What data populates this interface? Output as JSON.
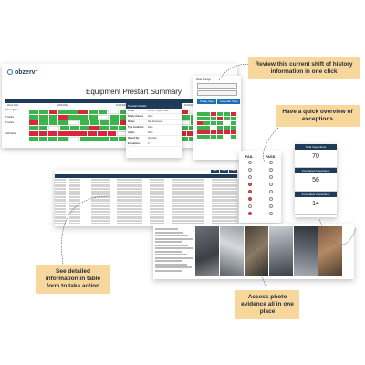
{
  "summary": {
    "logo": "obzervr",
    "title": "Equipment Prestart Summary",
    "weeks": [
      "Week Start",
      "18/04/2022",
      "11/04/2022",
      "4/04/2022"
    ],
    "rows": [
      "Fleet Type",
      "Trucks",
      "Trucks",
      "Vehicles"
    ],
    "grid": [
      [
        "g",
        "g",
        "r",
        "g",
        "g",
        "r",
        "g",
        "g",
        "w",
        "g",
        "g",
        "r",
        "g",
        "g",
        "g",
        "r",
        "w",
        "g",
        "g",
        "g"
      ],
      [
        "g",
        "g",
        "g",
        "r",
        "g",
        "g",
        "g",
        "w",
        "g",
        "g",
        "g",
        "g",
        "r",
        "g",
        "w",
        "g",
        "g",
        "g",
        "r",
        "g"
      ],
      [
        "r",
        "g",
        "g",
        "g",
        "w",
        "g",
        "g",
        "g",
        "g",
        "r",
        "g",
        "g",
        "g",
        "g",
        "g",
        "w",
        "g",
        "r",
        "g",
        "g"
      ],
      [
        "g",
        "g",
        "w",
        "g",
        "g",
        "g",
        "r",
        "g",
        "g",
        "g",
        "w",
        "g",
        "g",
        "r",
        "g",
        "g",
        "g",
        "g",
        "w",
        "g"
      ],
      [
        "r",
        "r",
        "r",
        "r",
        "r",
        "r",
        "r",
        "r",
        "r",
        "w",
        "r",
        "r",
        "r",
        "r",
        "r",
        "r",
        "r",
        "r",
        "w",
        "w"
      ],
      [
        "g",
        "g",
        "g",
        "g",
        "w",
        "g",
        "g",
        "g",
        "g",
        "g",
        "g",
        "w",
        "g",
        "g",
        "g",
        "g",
        "g",
        "w",
        "g",
        "g"
      ]
    ]
  },
  "popup": {
    "header": "Prestart Details",
    "rows": [
      {
        "k": "Asset",
        "v": "23 TRT Toyota Hilux"
      },
      {
        "k": "Safety Checks",
        "v": "Pass"
      },
      {
        "k": "Status",
        "v": "Not Assessed"
      },
      {
        "k": "Tyre Condition",
        "v": "Pass"
      },
      {
        "k": "Lights",
        "v": "Pass"
      },
      {
        "k": "Signed By",
        "v": "Operator"
      },
      {
        "k": "Exceptions",
        "v": "0"
      }
    ]
  },
  "filters": {
    "label": "Date Range",
    "btn1": "Today View",
    "btn2": "Calendar View"
  },
  "stats": [
    {
      "label": "Total Inspections",
      "value": "70"
    },
    {
      "label": "Completed Inspections",
      "value": "56"
    },
    {
      "label": "Incomplete Inspections",
      "value": "14"
    }
  ],
  "failpass": {
    "fail": "FAIL",
    "pass": "PASS",
    "rows": [
      false,
      false,
      false,
      true,
      true,
      true,
      false,
      true
    ]
  },
  "table": {
    "tabs": [
      "Date",
      "Table",
      "Photos"
    ]
  },
  "callouts": {
    "c1": "Review this current shift of history information in one click",
    "c2": "Have a quick overview of exceptions",
    "c3": "See detailed information in table form to take action",
    "c4": "Access photo evidence all in one place"
  },
  "colors": {
    "navy": "#1f3b5a",
    "green": "#3cb44b",
    "red": "#d7263d",
    "callout": "#f7d79c"
  }
}
